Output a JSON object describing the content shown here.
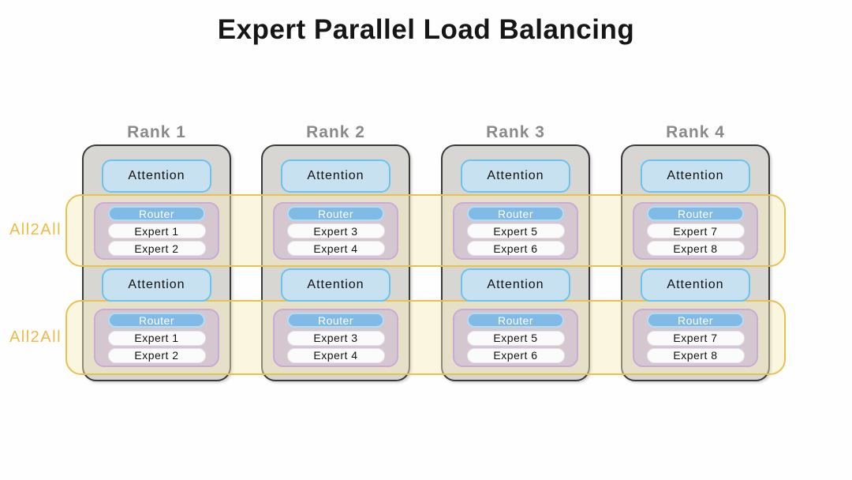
{
  "title": "Expert Parallel Load Balancing",
  "all2all_label": "All2All",
  "block_labels": {
    "attention": "Attention",
    "router": "Router"
  },
  "ranks": [
    {
      "label": "Rank 1",
      "experts": [
        "Expert 1",
        "Expert 2"
      ]
    },
    {
      "label": "Rank 2",
      "experts": [
        "Expert 3",
        "Expert 4"
      ]
    },
    {
      "label": "Rank 3",
      "experts": [
        "Expert 5",
        "Expert 6"
      ]
    },
    {
      "label": "Rank 4",
      "experts": [
        "Expert 7",
        "Expert 8"
      ]
    }
  ],
  "colors": {
    "band_border": "#e6c251",
    "band_fill": "#fbf5dc",
    "all2all_text": "#efbc43",
    "rank_fill": "#d8d6d2",
    "rank_border": "#3a3a3a",
    "rank_label_text": "#8a8a8a",
    "attention_fill": "#c8e1f0",
    "attention_border": "#69c3f1",
    "moe_fill": "#d5c7d0",
    "moe_border": "#c9aad9",
    "router_fill": "#81bae4",
    "router_border": "#aeddf8",
    "router_text": "#ffffff",
    "expert_fill": "#fcfbfc",
    "title_text": "#161616"
  }
}
